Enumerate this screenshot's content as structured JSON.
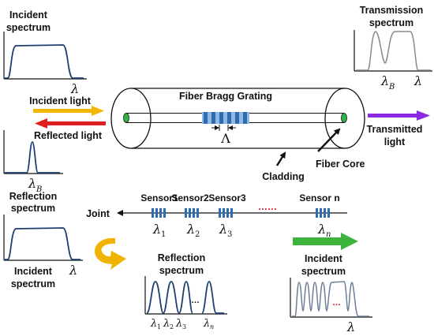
{
  "labels": {
    "incident_spectrum_top": [
      "Incident",
      "spectrum"
    ],
    "lambda": "λ",
    "incident_light": "Incident light",
    "reflected_light": "Reflected light",
    "lambda_b_symbol": "λ",
    "lambda_b_sub": "B",
    "reflection_spectrum_left": [
      "Reflection",
      "spectrum"
    ],
    "incident_spectrum_bottom": [
      "Incident",
      "spectrum"
    ],
    "fbg": "Fiber Bragg Grating",
    "period": "Λ",
    "cladding": "Cladding",
    "fiber_core": "Fiber Core",
    "transmission_spectrum": [
      "Transmission",
      "spectrum"
    ],
    "transmitted_light": [
      "Transmitted",
      "light"
    ],
    "joint": "Joint",
    "sensors": [
      "Sensor1",
      "Sensor2",
      "Sensor3",
      "Sensor n"
    ],
    "dots_red": "……",
    "sensor_lambda_subs": [
      "1",
      "2",
      "3",
      "n"
    ],
    "reflection_spectrum_bottom": [
      "Reflection",
      "spectrum"
    ],
    "incident_spectrum_right": [
      "Incident",
      "spectrum"
    ],
    "ellipsis_black": "…",
    "ellipsis_red": "…"
  },
  "colors": {
    "spectrum": "#1f3f73",
    "grating": "#2e6bb0",
    "grating_light": "#8fb8e2",
    "core_end": "#2db34a",
    "incident_arrow": "#f2b705",
    "reflected_arrow": "#e02020",
    "transmitted_arrow": "#8a2be2",
    "green_arrow": "#3cb43c",
    "curved_arrow": "#f0b400",
    "transmission_line": "#8a8a8a",
    "dots": "#d0021b"
  }
}
